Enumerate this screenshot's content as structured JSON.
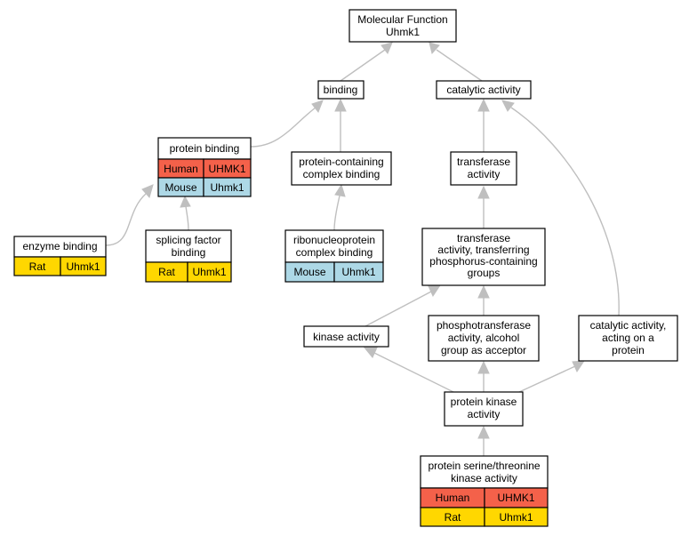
{
  "colors": {
    "Human": "#f4614a",
    "Mouse": "#add8e6",
    "Rat": "#ffd700",
    "edge": "#bfbfbf"
  },
  "nodes": {
    "root": {
      "lines": [
        "Molecular Function",
        "Uhmk1"
      ]
    },
    "binding": {
      "lines": [
        "binding"
      ]
    },
    "catalytic": {
      "lines": [
        "catalytic activity"
      ]
    },
    "protein_binding": {
      "lines": [
        "protein binding"
      ],
      "rows": [
        {
          "species": "Human",
          "gene": "UHMK1"
        },
        {
          "species": "Mouse",
          "gene": "Uhmk1"
        }
      ]
    },
    "pc_complex": {
      "lines": [
        "protein-containing",
        "complex binding"
      ]
    },
    "transferase": {
      "lines": [
        "transferase",
        "activity"
      ]
    },
    "enzyme_binding": {
      "lines": [
        "enzyme binding"
      ],
      "rows": [
        {
          "species": "Rat",
          "gene": "Uhmk1"
        }
      ]
    },
    "splicing": {
      "lines": [
        "splicing factor",
        "binding"
      ],
      "rows": [
        {
          "species": "Rat",
          "gene": "Uhmk1"
        }
      ]
    },
    "ribonucleo": {
      "lines": [
        "ribonucleoprotein",
        "complex binding"
      ],
      "rows": [
        {
          "species": "Mouse",
          "gene": "Uhmk1"
        }
      ]
    },
    "transferase_p": {
      "lines": [
        "transferase",
        "activity, transferring",
        "phosphorus-containing",
        "groups"
      ]
    },
    "kinase": {
      "lines": [
        "kinase activity"
      ]
    },
    "phosphotrans": {
      "lines": [
        "phosphotransferase",
        "activity, alcohol",
        "group as acceptor"
      ]
    },
    "cat_protein": {
      "lines": [
        "catalytic activity,",
        "acting on a",
        "protein"
      ]
    },
    "protein_kinase": {
      "lines": [
        "protein kinase",
        "activity"
      ]
    },
    "ser_thr": {
      "lines": [
        "protein serine/threonine",
        "kinase activity"
      ],
      "rows": [
        {
          "species": "Human",
          "gene": "UHMK1"
        },
        {
          "species": "Rat",
          "gene": "Uhmk1"
        }
      ]
    }
  }
}
